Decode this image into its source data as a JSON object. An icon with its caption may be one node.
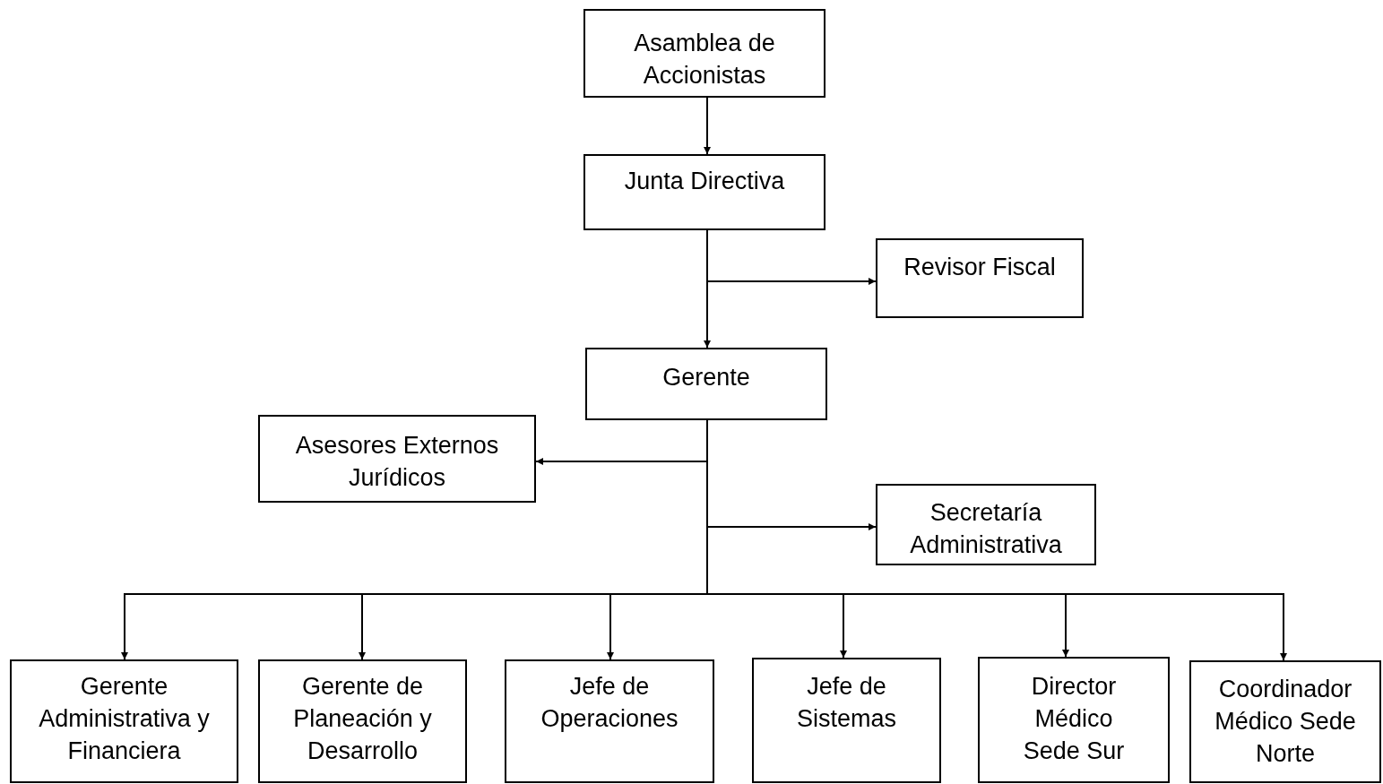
{
  "diagram": {
    "nodes": [
      {
        "text": [
          "Asamblea de Accionistas"
        ]
      },
      {
        "text": [
          "Junta Directiva"
        ]
      },
      {
        "text": [
          "Revisor Fiscal"
        ]
      },
      {
        "text": [
          "Gerente"
        ]
      },
      {
        "text": [
          "Asesores Externos Jurídicos"
        ]
      },
      {
        "text": [
          "Secretaría Administrativa"
        ]
      },
      {
        "text": [
          "Gerente Administrativa y Financiera"
        ]
      },
      {
        "text": [
          "Gerente de Planeación y Desarrollo"
        ]
      },
      {
        "text": [
          "Jefe de Operaciones"
        ]
      },
      {
        "text": [
          "Jefe de Sistemas"
        ]
      },
      {
        "text": [
          "Director Médico Sede Sur"
        ]
      },
      {
        "text": [
          "Coordinador Médico Sede Norte"
        ]
      }
    ],
    "edges": [
      {
        "from": 0,
        "to": 1,
        "arrow": "to"
      },
      {
        "from": 1,
        "to": 2,
        "arrow": "to"
      },
      {
        "from": 1,
        "to": 3,
        "arrow": "to"
      },
      {
        "from": 3,
        "to": 4,
        "arrow": "to"
      },
      {
        "from": 3,
        "to": 5,
        "arrow": "to"
      },
      {
        "from": 3,
        "to": 6,
        "arrow": "to"
      },
      {
        "from": 3,
        "to": 7,
        "arrow": "to"
      },
      {
        "from": 3,
        "to": 8,
        "arrow": "to"
      },
      {
        "from": 3,
        "to": 9,
        "arrow": "to"
      },
      {
        "from": 3,
        "to": 10,
        "arrow": "to"
      },
      {
        "from": 3,
        "to": 11,
        "arrow": "to"
      }
    ]
  }
}
